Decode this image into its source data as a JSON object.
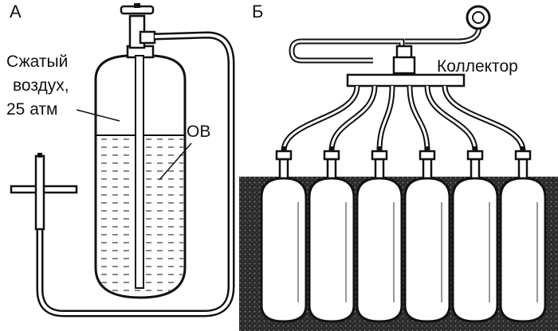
{
  "panel_a": {
    "letter": "А",
    "air_label_lines": [
      "Сжатый",
      "воздух,",
      "25 атм"
    ],
    "liquid_label": "ОВ"
  },
  "panel_b": {
    "letter": "Б",
    "manifold_label": "Коллектор",
    "cylinder_count": 6
  },
  "colors": {
    "ink": "#111111",
    "paper": "#ffffff",
    "ground": "#1a1a1a"
  }
}
